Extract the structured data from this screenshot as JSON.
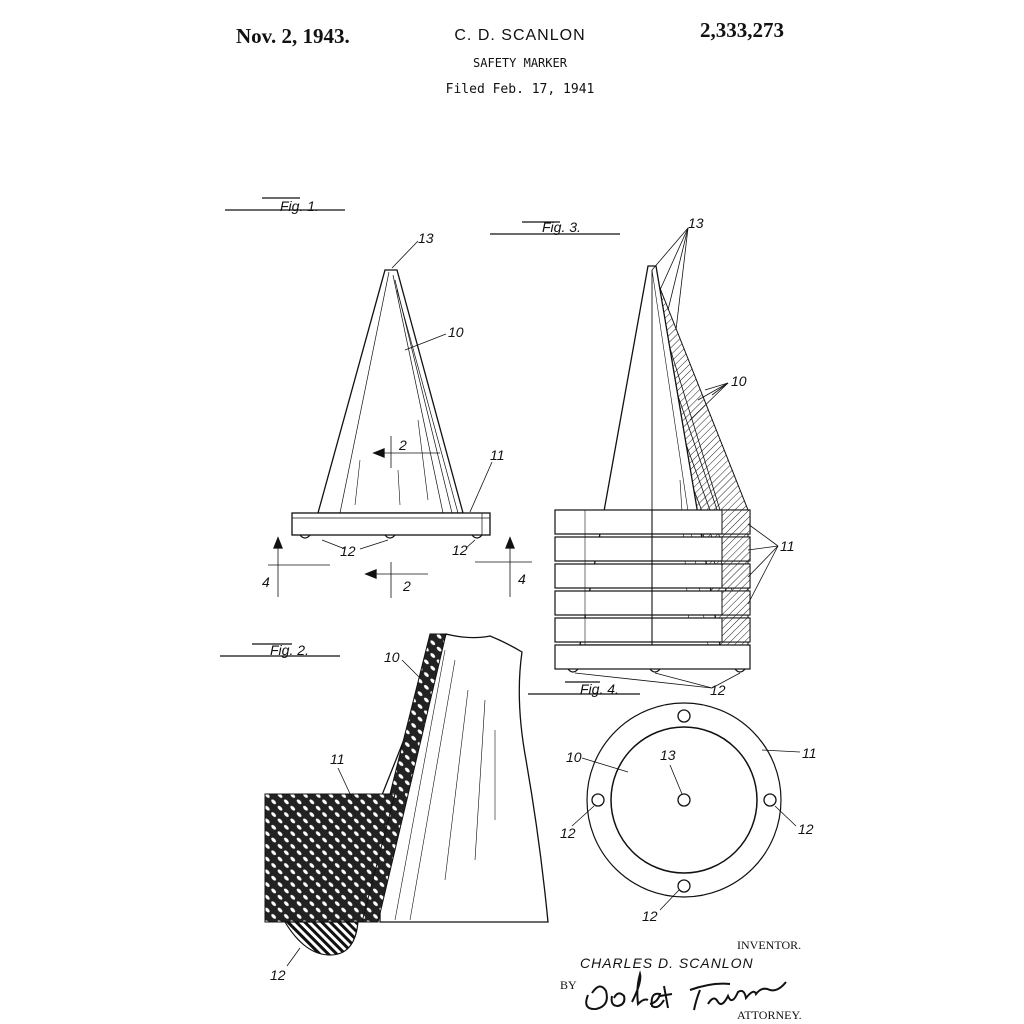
{
  "header": {
    "date": "Nov. 2, 1943.",
    "inventor": "C. D. SCANLON",
    "patent_number": "2,333,273",
    "title": "SAFETY MARKER",
    "filed": "Filed Feb. 17, 1941"
  },
  "figures": {
    "fig1": "Fig. 1.",
    "fig2": "Fig. 2.",
    "fig3": "Fig. 3.",
    "fig4": "Fig. 4."
  },
  "refs": {
    "r10": "10",
    "r11": "11",
    "r12": "12",
    "r13": "13",
    "s2": "2",
    "s4": "4"
  },
  "signature": {
    "inventor_label": "INVENTOR.",
    "inventor_name": "CHARLES D. SCANLON",
    "by_label": "BY",
    "attorney_label": "ATTORNEY."
  }
}
